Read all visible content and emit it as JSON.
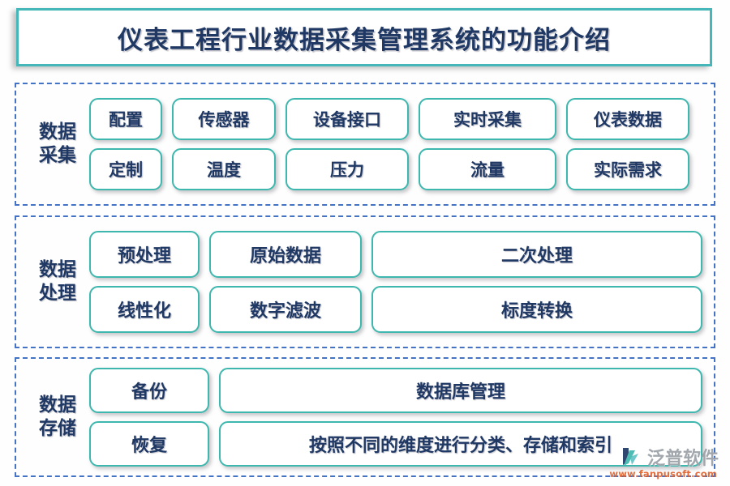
{
  "page": {
    "title": "仪表工程行业数据采集管理系统的功能介绍",
    "background_color": "#fefefe",
    "accent_teal": "#3eb8ae",
    "title_border_color": "#45b7b8",
    "section_border_color": "#4472c4",
    "text_color": "#1f3864"
  },
  "sections": [
    {
      "id": "acquisition",
      "label": "数据\n采集",
      "rows": [
        [
          "配置",
          "传感器",
          "设备接口",
          "实时采集",
          "仪表数据"
        ],
        [
          "定制",
          "温度",
          "压力",
          "流量",
          "实际需求"
        ]
      ]
    },
    {
      "id": "processing",
      "label": "数据\n处理",
      "rows": [
        [
          "预处理",
          "原始数据",
          "二次处理"
        ],
        [
          "线性化",
          "数字滤波",
          "标度转换"
        ]
      ]
    },
    {
      "id": "storage",
      "label": "数据\n存储",
      "rows": [
        [
          "备份",
          "数据库管理"
        ],
        [
          "恢复",
          "按照不同的维度进行分类、存储和索引"
        ]
      ]
    }
  ],
  "watermark": {
    "brand": "泛普软件",
    "url": "www.fanpusoft.com",
    "mark_color_dark": "#1f3864",
    "mark_color_teal": "#3eb8ae",
    "brand_color": "#9aa0a6",
    "url_color": "#e2612b"
  }
}
